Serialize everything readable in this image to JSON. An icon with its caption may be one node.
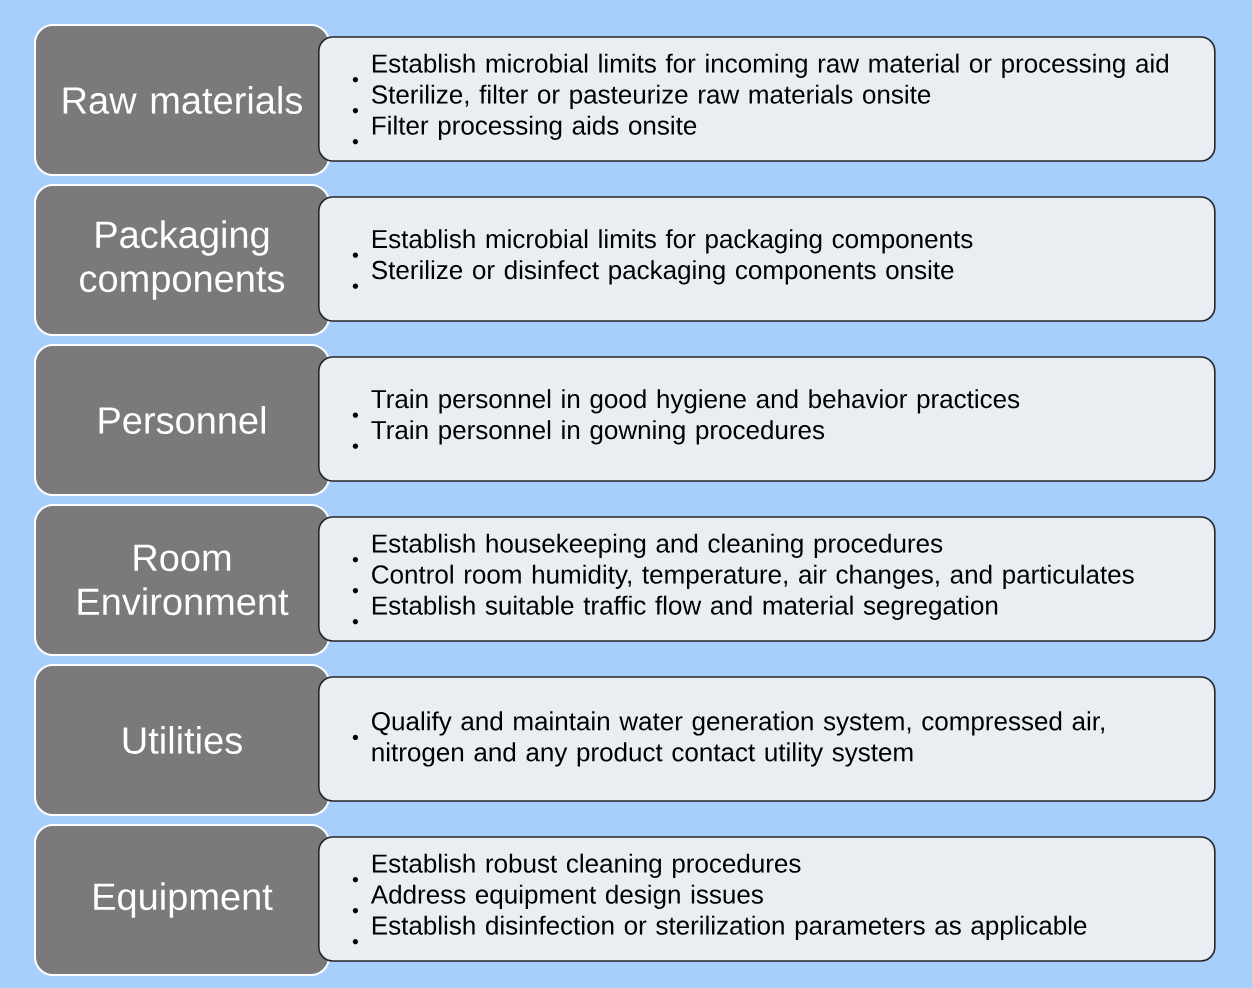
{
  "diagram": {
    "nodes": [
      {
        "text": [
          "Raw materials"
        ]
      },
      {
        "text": [
          "Establish microbial limits for incoming raw material or processing aid",
          "Sterilize, filter or pasteurize raw materials onsite",
          "Filter processing aids onsite"
        ]
      },
      {
        "text": [
          "Packaging components"
        ]
      },
      {
        "text": [
          "Establish microbial limits for packaging components",
          "Sterilize or disinfect packaging components onsite"
        ]
      },
      {
        "text": [
          "Personnel"
        ]
      },
      {
        "text": [
          "Train personnel in good hygiene and behavior practices",
          "Train personnel in gowning procedures"
        ]
      },
      {
        "text": [
          "Room Environment"
        ]
      },
      {
        "text": [
          "Establish housekeeping and cleaning procedures",
          "Control room humidity, temperature, air changes, and particulates",
          "Establish suitable traffic flow and material segregation"
        ]
      },
      {
        "text": [
          "Utilities"
        ]
      },
      {
        "text": [
          "Qualify and maintain water generation system, compressed air, nitrogen and any product contact utility system"
        ]
      },
      {
        "text": [
          "Equipment"
        ]
      },
      {
        "text": [
          "Establish robust cleaning procedures",
          "Address equipment design issues",
          "Establish disinfection or sterilization parameters as applicable"
        ]
      }
    ]
  }
}
